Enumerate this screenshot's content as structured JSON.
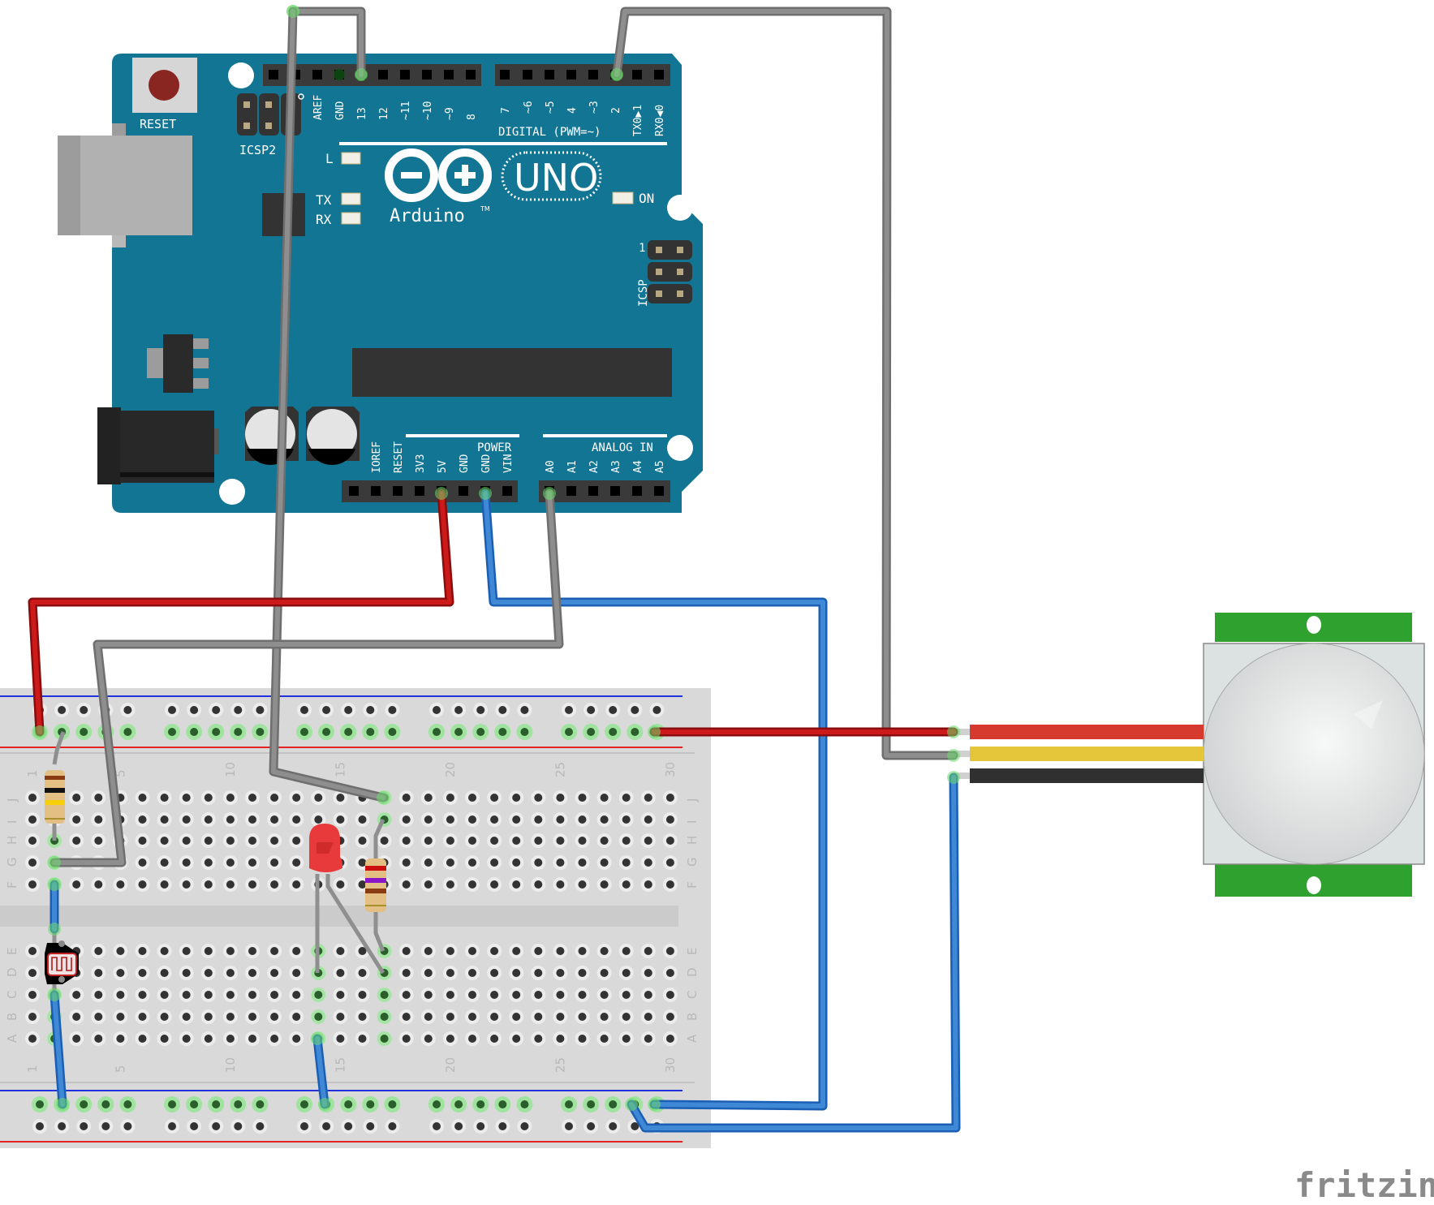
{
  "diagram": {
    "type": "breadboard-wiring",
    "watermark": "fritzing",
    "colors": {
      "arduino_board": "#127594",
      "header": "#3a3a3a",
      "wire_red": "#cc1a1a",
      "wire_blue": "#3f88d6",
      "wire_gray": "#8e8e8e",
      "breadboard": "#d9d9d9",
      "rail_red": "#e32222",
      "rail_blue": "#2233dd",
      "pir_green": "#2ea12f",
      "pir_dome": "#d8dcdc",
      "sensor_red": "#d63a2e",
      "sensor_yellow": "#e5c63a",
      "sensor_black": "#303030"
    }
  },
  "arduino": {
    "model": "UNO",
    "brand": "Arduino",
    "trademark": "TM",
    "reset_label": "RESET",
    "icsp2_label": "ICSP2",
    "icsp_label": "ICSP",
    "icsp_pin1": "1",
    "digital_label": "DIGITAL (PWM=~)",
    "power_label": "POWER",
    "analog_label": "ANALOG IN",
    "led_labels": {
      "l": "L",
      "tx": "TX",
      "rx": "RX",
      "on": "ON"
    },
    "digital_pins_left": [
      "AREF",
      "GND",
      "13",
      "12",
      "~11",
      "~10",
      "~9",
      "8"
    ],
    "digital_pins_right": [
      "7",
      "~6",
      "~5",
      "4",
      "~3",
      "2",
      "TX0▶1",
      "RX0◀0"
    ],
    "power_pins": [
      "IOREF",
      "RESET",
      "3V3",
      "5V",
      "GND",
      "GND",
      "VIN"
    ],
    "analog_pins": [
      "A0",
      "A1",
      "A2",
      "A3",
      "A4",
      "A5"
    ]
  },
  "breadboard": {
    "column_labels": [
      "1",
      "5",
      "10",
      "15",
      "20",
      "25",
      "30"
    ],
    "rows_top": [
      "J",
      "I",
      "H",
      "G",
      "F"
    ],
    "rows_bottom": [
      "E",
      "D",
      "C",
      "B",
      "A"
    ],
    "columns": 30
  },
  "components": [
    {
      "name": "Resistor (brown-black-yellow)",
      "location": "column 2, rows J-H"
    },
    {
      "name": "Photoresistor (LDR)",
      "location": "column 2, rows E-C"
    },
    {
      "name": "Red LED",
      "location": "columns 14-15, rows I-G"
    },
    {
      "name": "Resistor (red-violet-brown)",
      "location": "column 17, rows H-F"
    },
    {
      "name": "PIR motion sensor",
      "pins": [
        "VCC (red)",
        "OUT (yellow)",
        "GND (black)"
      ]
    }
  ],
  "connections": [
    {
      "from": "Arduino 5V",
      "to": "Breadboard top + rail",
      "color": "red"
    },
    {
      "from": "Arduino GND",
      "to": "Breadboard bottom - rail",
      "color": "blue"
    },
    {
      "from": "Arduino A0",
      "to": "Breadboard G2 (LDR divider)",
      "color": "gray"
    },
    {
      "from": "Arduino 13",
      "to": "Breadboard J17 (LED resistor)",
      "color": "gray"
    },
    {
      "from": "Arduino 2",
      "to": "PIR OUT",
      "color": "gray"
    },
    {
      "from": "Breadboard top + rail",
      "to": "PIR VCC",
      "color": "red"
    },
    {
      "from": "Breadboard bottom - rail",
      "to": "PIR GND",
      "color": "blue"
    }
  ]
}
